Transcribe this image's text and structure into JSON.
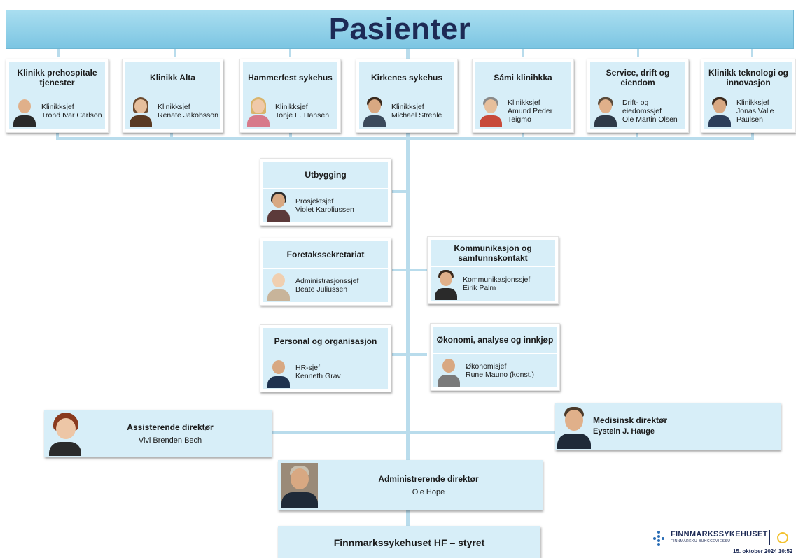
{
  "title": "Pasienter",
  "clinics": [
    {
      "name": "Klinikk prehospitale tjenester",
      "role": "Klinikksjef",
      "person": "Trond Ivar Carlson"
    },
    {
      "name": "Klinikk Alta",
      "role": "Klinikksjef",
      "person": "Renate Jakobsson"
    },
    {
      "name": "Hammerfest sykehus",
      "role": "Klinikksjef",
      "person": "Tonje E. Hansen"
    },
    {
      "name": "Kirkenes sykehus",
      "role": "Klinikksjef",
      "person": "Michael Strehle"
    },
    {
      "name": "Sámi klinihkka",
      "role": "Klinikksjef",
      "person": "Amund Peder Teigmo"
    },
    {
      "name": "Service, drift og eiendom",
      "role": "Drift- og eiedomssjef",
      "person": "Ole Martin Olsen"
    },
    {
      "name": "Klinikk teknologi og innovasjon",
      "role": "Klinikksjef",
      "person": "Jonas Valle Paulsen"
    }
  ],
  "staff": {
    "utbygging": {
      "name": "Utbygging",
      "role": "Prosjektsjef",
      "person": "Violet Karoliussen"
    },
    "foretakssekretariat": {
      "name": "Foretakssekretariat",
      "role": "Administrasjonssjef",
      "person": "Beate Juliussen"
    },
    "kommunikasjon": {
      "name": "Kommunikasjon og samfunnskontakt",
      "role": "Kommunikasjonssjef",
      "person": "Eirik Palm"
    },
    "personal": {
      "name": "Personal og organisasjon",
      "role": "HR-sjef",
      "person": "Kenneth Grav"
    },
    "okonomi": {
      "name": "Økonomi, analyse og innkjøp",
      "role": "Økonomisjef",
      "person": "Rune Mauno (konst.)"
    }
  },
  "assisterende": {
    "title": "Assisterende direktør",
    "person": "Vivi Brenden Bech"
  },
  "medisinsk": {
    "title": "Medisinsk direktør",
    "person": "Eystein J. Hauge"
  },
  "administrerende": {
    "title": "Administrerende direktør",
    "person": "Ole Hope"
  },
  "board": "Finnmarkssykehuset HF – styret",
  "logo": {
    "name": "FINNMARKSSYKEHUSET",
    "sub": "FINNMÁRKKU BUHCCEVIESSU"
  },
  "timestamp": "15. oktober 2024 10:52",
  "colors": {
    "banner": "#7cc5e2",
    "box": "#d7eef8",
    "connector": "#b9dcec",
    "text": "#1d2a55"
  }
}
